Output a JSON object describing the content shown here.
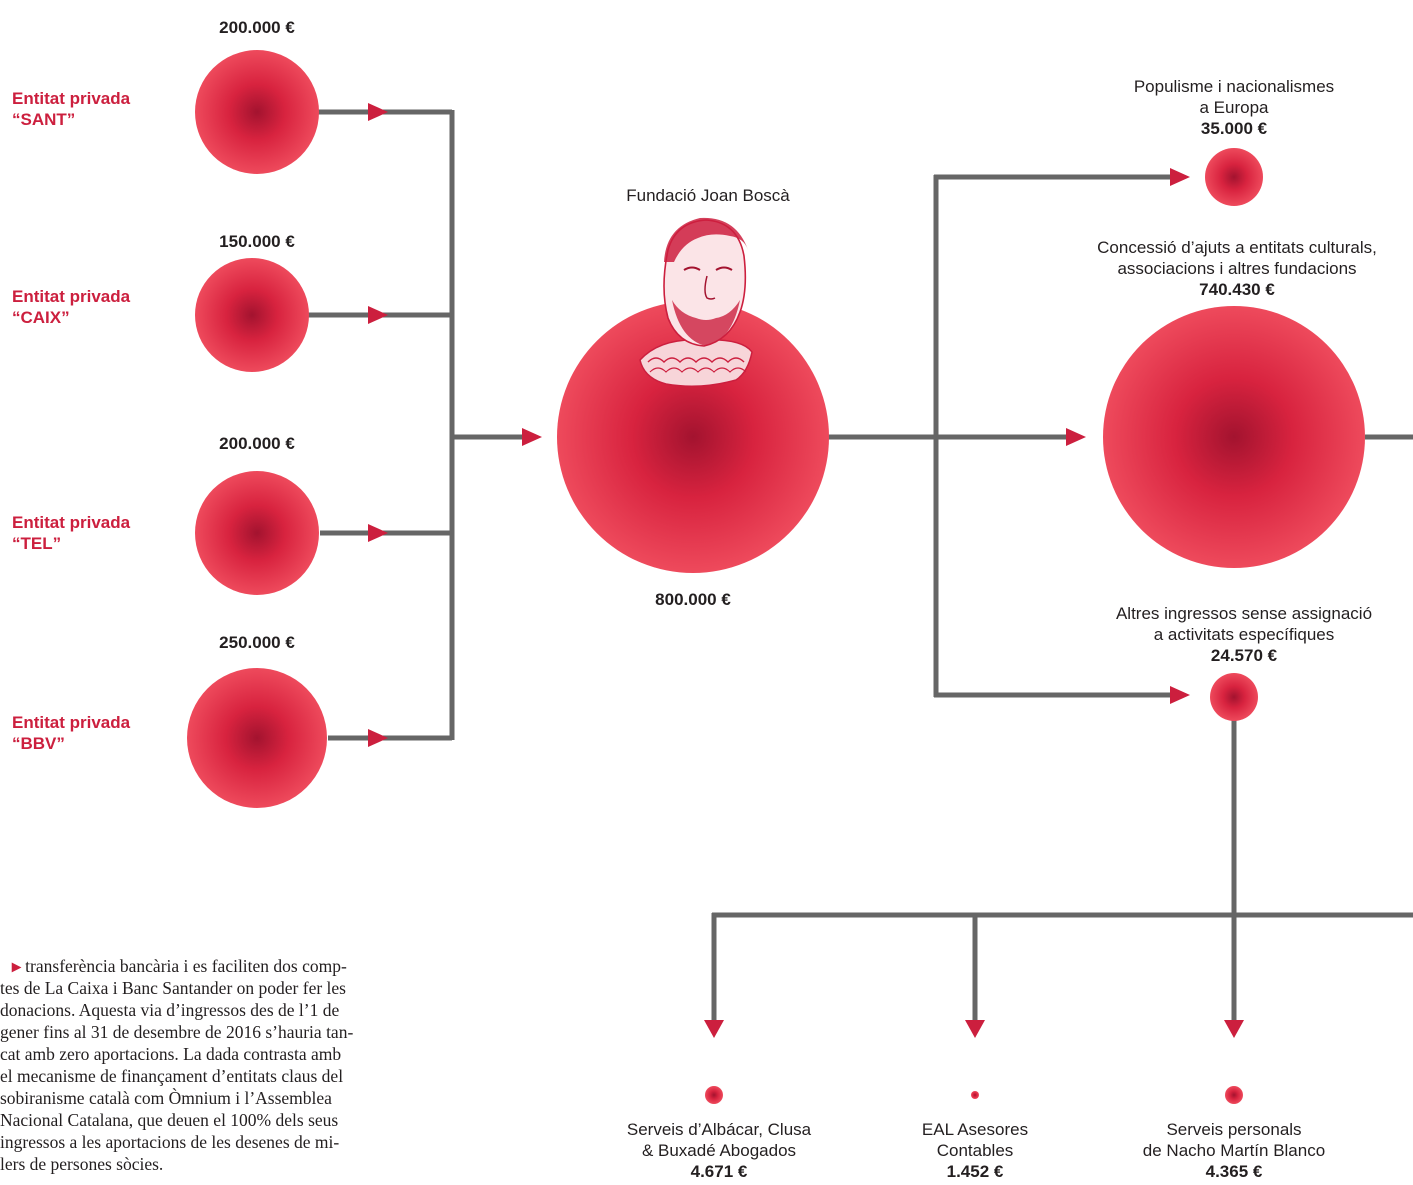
{
  "colors": {
    "accent": "#cc1f3e",
    "line": "#666666",
    "text": "#231f20"
  },
  "donors": [
    {
      "name_line1": "Entitat privada",
      "name_line2": "“SANT”",
      "amount": "200.000 €"
    },
    {
      "name_line1": "Entitat privada",
      "name_line2": "“CAIX”",
      "amount": "150.000 €"
    },
    {
      "name_line1": "Entitat privada",
      "name_line2": "“TEL”",
      "amount": "200.000 €"
    },
    {
      "name_line1": "Entitat privada",
      "name_line2": "“BBV”",
      "amount": "250.000 €"
    }
  ],
  "foundation": {
    "name": "Fundació Joan Boscà",
    "amount": "800.000 €",
    "portrait": "portrait-illustration"
  },
  "outputs": [
    {
      "line1": "Populisme i nacionalismes",
      "line2": "a Europa",
      "amount": "35.000 €"
    },
    {
      "line1": "Concessió d’ajuts a entitats culturals,",
      "line2": "associacions i altres fundacions",
      "amount": "740.430 €"
    },
    {
      "line1": "Altres ingressos sense assignació",
      "line2": "a activitats específiques",
      "amount": "24.570 €"
    }
  ],
  "recipients": [
    {
      "line1": "Serveis d’Albácar, Clusa",
      "line2": "& Buxadé Abogados",
      "amount": "4.671 €"
    },
    {
      "line1": "EAL Asesores",
      "line2": "Contables",
      "amount": "1.452 €"
    },
    {
      "line1": "Serveis personals",
      "line2": "de Nacho Martín Blanco",
      "amount": "4.365 €"
    }
  ],
  "article": {
    "bullet": "▸",
    "lines": [
      "transferència bancària i es faciliten dos comp-",
      "tes de La Caixa i Banc Santander on poder fer les",
      "donacions. Aquesta via d’ingressos des de l’1 de",
      "gener fins al 31 de desembre de 2016 s’hauria tan-",
      "cat amb zero aportacions. La dada contrasta amb",
      "el mecanisme de finançament d’entitats claus del",
      "sobiranisme català com Òmnium i l’Assemblea",
      "Nacional Catalana, que deuen el 100% dels seus",
      "ingressos a les aportacions de les desenes de mi-",
      "lers de persones sòcies."
    ]
  }
}
